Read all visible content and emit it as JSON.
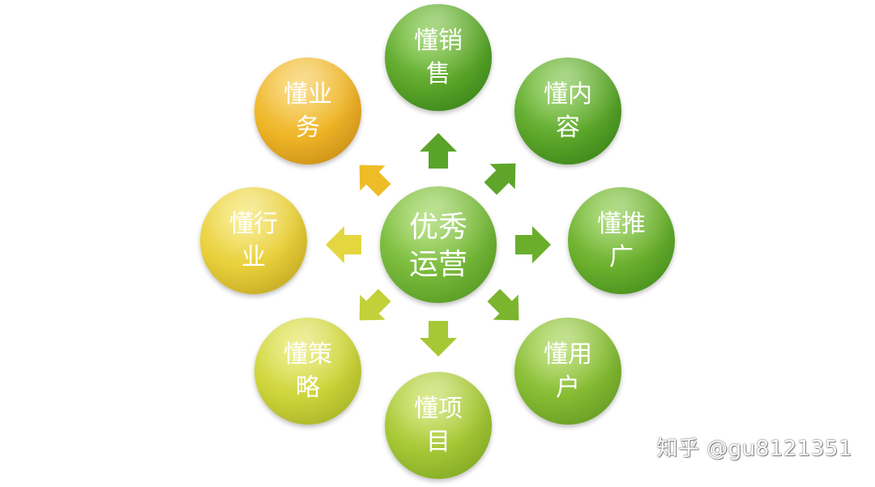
{
  "center": {
    "line1": "优秀",
    "line2": "运营"
  },
  "nodes": [
    {
      "id": "sales",
      "line1": "懂销",
      "line2": "售"
    },
    {
      "id": "content",
      "line1": "懂内",
      "line2": "容"
    },
    {
      "id": "promotion",
      "line1": "懂推",
      "line2": "广"
    },
    {
      "id": "users",
      "line1": "懂用",
      "line2": "户"
    },
    {
      "id": "project",
      "line1": "懂项",
      "line2": "目"
    },
    {
      "id": "strategy",
      "line1": "懂策",
      "line2": "略"
    },
    {
      "id": "industry",
      "line1": "懂行",
      "line2": "业"
    },
    {
      "id": "business",
      "line1": "懂业",
      "line2": "务"
    }
  ],
  "colors": {
    "sales": "#5ea52a",
    "content": "#5ea52a",
    "promotion": "#6fb22d",
    "users": "#7db62e",
    "project": "#9cc532",
    "strategy": "#c8d23a",
    "industry": "#e6ce3a",
    "business": "#eeb526",
    "center": "#78b93a"
  },
  "watermark": "知乎 @gu8121351"
}
